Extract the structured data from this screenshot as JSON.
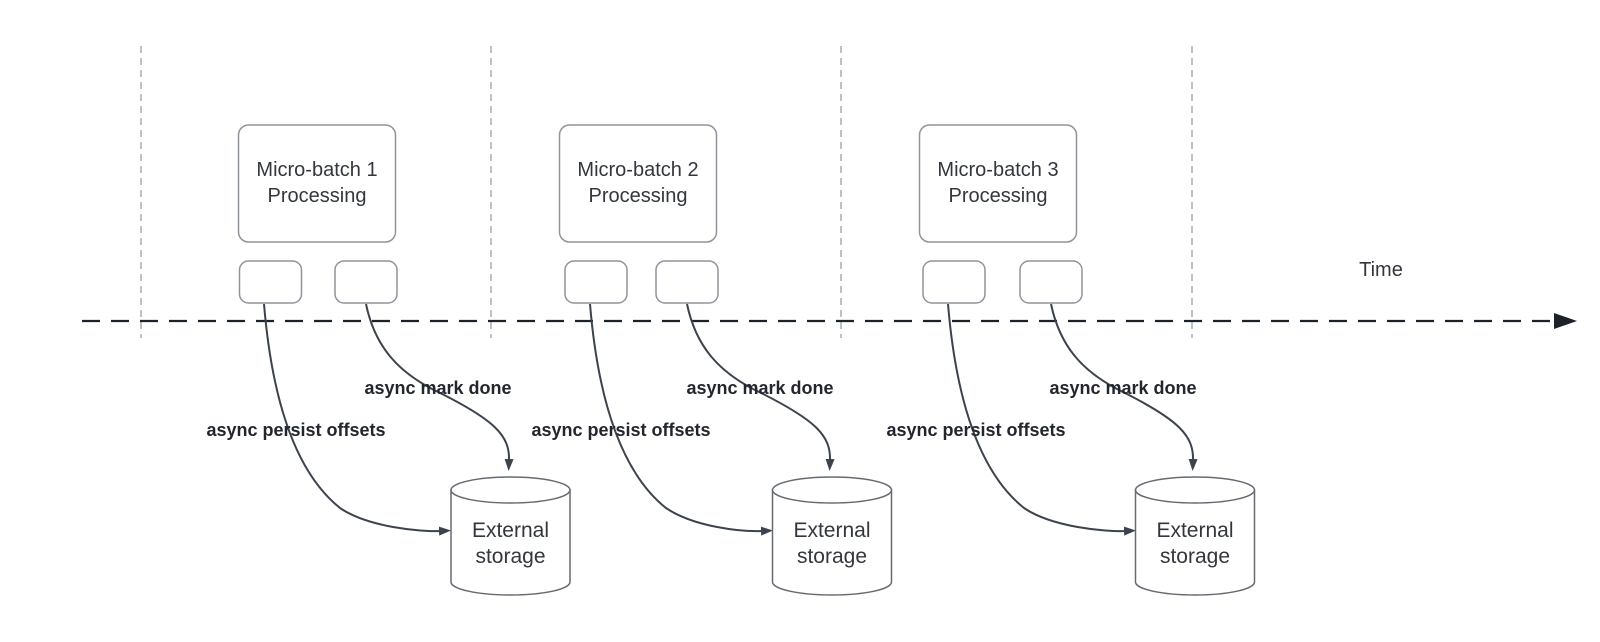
{
  "diagram": {
    "time_axis_label": "Time",
    "groups": [
      {
        "title_line1": "Micro-batch 1",
        "title_line2": "Processing",
        "persist_label": "async persist offsets",
        "done_label": "async mark done",
        "storage_line1": "External",
        "storage_line2": "storage"
      },
      {
        "title_line1": "Micro-batch 2",
        "title_line2": "Processing",
        "persist_label": "async persist offsets",
        "done_label": "async mark done",
        "storage_line1": "External",
        "storage_line2": "storage"
      },
      {
        "title_line1": "Micro-batch 3",
        "title_line2": "Processing",
        "persist_label": "async persist offsets",
        "done_label": "async mark done",
        "storage_line1": "External",
        "storage_line2": "storage"
      }
    ],
    "colors": {
      "background": "#ffffff",
      "box_border": "#8f949a",
      "cylinder_border": "#666b72",
      "curve": "#3d434d",
      "timeline": "#1d2129",
      "guide_line": "#a9adb2",
      "node_text": "#33373d",
      "label_text": "#23262e"
    }
  }
}
